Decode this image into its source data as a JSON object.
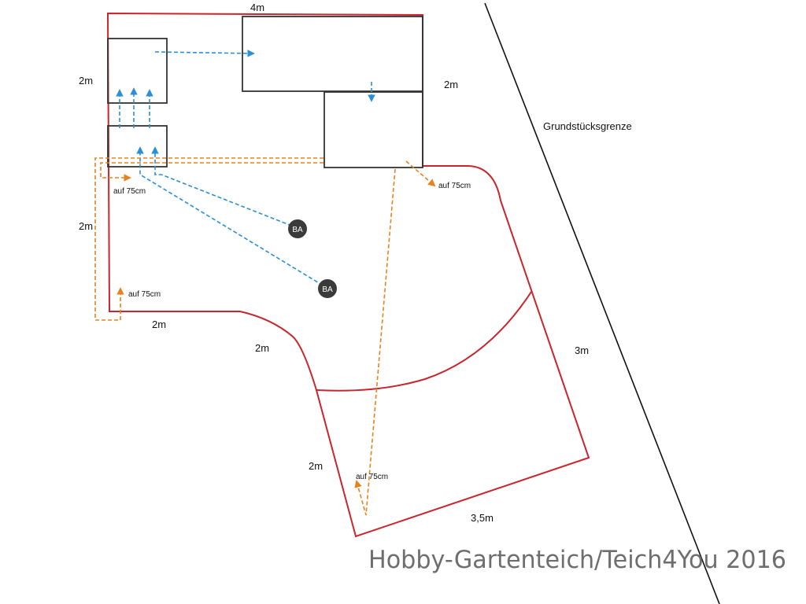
{
  "labels": {
    "dim_top": "4m",
    "dim_left_top": "2m",
    "dim_right_top": "2m",
    "dim_left_mid": "2m",
    "dim_bottom_left": "2m",
    "dim_diag": "2m",
    "dim_lower_left": "2m",
    "dim_right": "3m",
    "dim_bottom": "3,5m",
    "boundary": "Grundstücksgrenze"
  },
  "outlets": {
    "ba1": "BA",
    "ba2": "BA"
  },
  "heights": {
    "h1": "auf 75cm",
    "h2": "auf 75cm",
    "h3": "auf 75cm",
    "h4": "auf 75cm"
  },
  "watermark": "Hobby-Gartenteich/Teich4You 2016",
  "colors": {
    "pond_outline": "#c9252c",
    "water_flow": "#2a8fd6",
    "return_pipe": "#e8821e",
    "filter_boxes": "#333333"
  }
}
